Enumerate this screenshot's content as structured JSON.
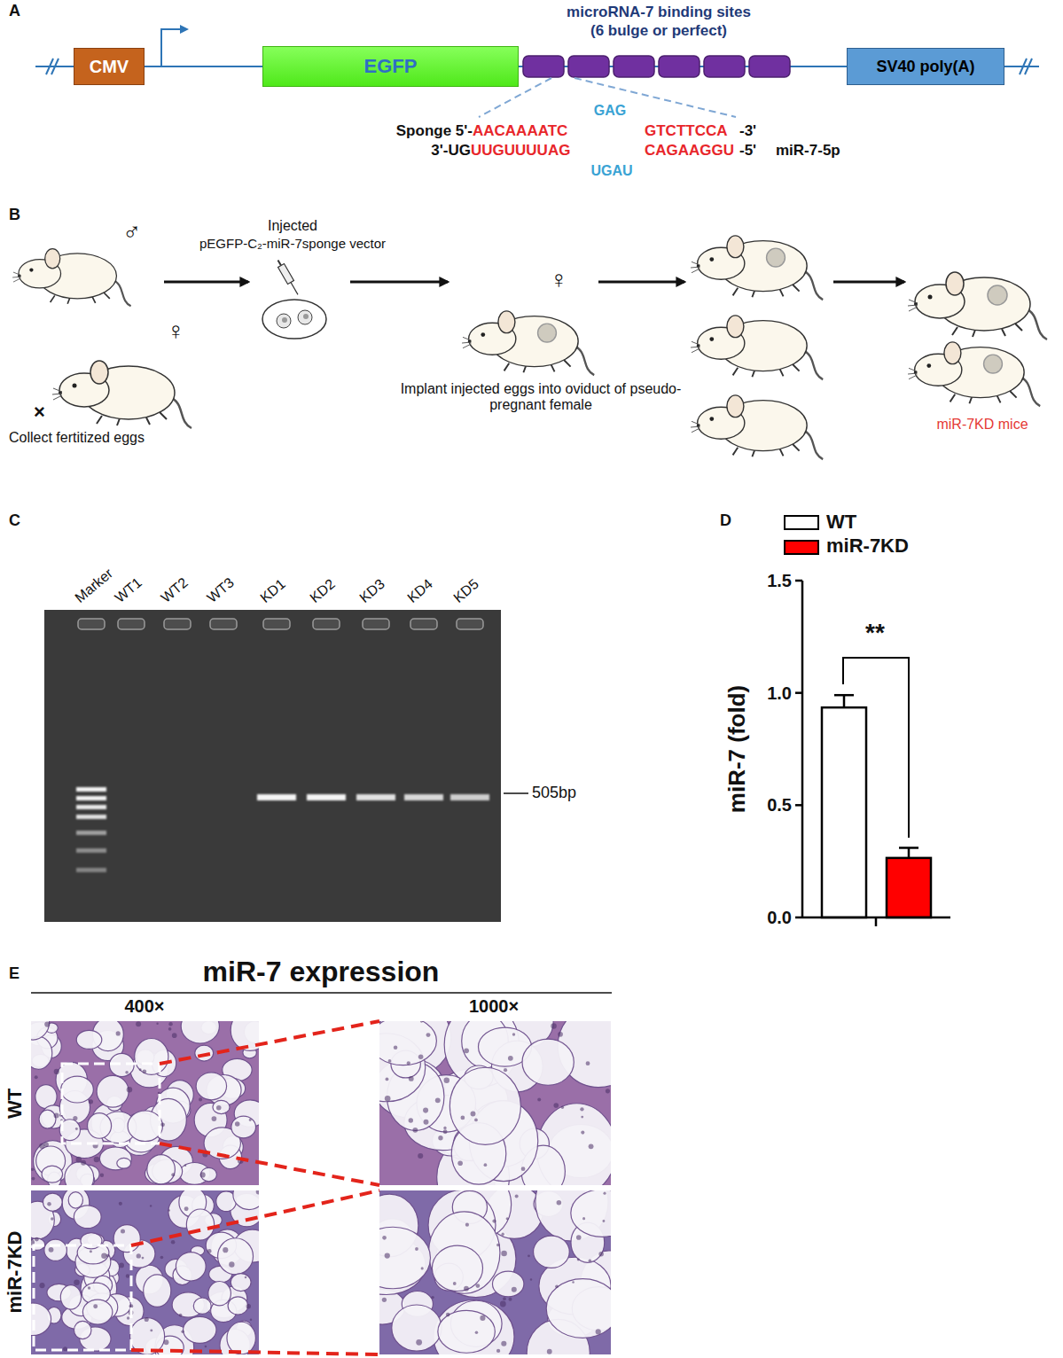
{
  "diagram": {
    "nodes": [
      {
        "text": [
          "CMV"
        ]
      },
      {
        "text": [
          "EGFP"
        ]
      },
      {
        "text": [
          "SV40 poly(A)"
        ]
      }
    ],
    "edges": [
      {
        "from": 0,
        "to": 1,
        "arrow": "none"
      },
      {
        "from": 1,
        "to": 2,
        "arrow": "none"
      }
    ],
    "labels": [
      "A",
      "microRNA-7 binding sites",
      "(6 bulge or perfect)",
      "GAG",
      "Sponge 5'-",
      "AACAAAATC",
      "GTCTTCCA",
      "-3'",
      "3'-UG",
      "UUGUUUUAG",
      "CAGAAGGU",
      "-5'",
      "miR-7-5p",
      "UGAU",
      "B",
      "♂",
      "Injected",
      "pEGFP-C₂-miR-7sponge vector",
      "♀",
      "♀",
      "Implant injected eggs into oviduct of pseudo-pregnant female",
      "×",
      "Collect fertitized eggs",
      "miR-7KD mice",
      "C",
      "Marker",
      "WT1",
      "WT2",
      "WT3",
      "KD1",
      "KD2",
      "KD3",
      "KD4",
      "KD5",
      "505bp",
      "D",
      "1.5",
      "1.0",
      "0.5",
      "0.0",
      "miR-7 (fold)",
      "**",
      "E",
      "miR-7 expression",
      "400×",
      "1000×",
      "WT",
      "miR-7KD"
    ],
    "legend": [
      {
        "text": "WT",
        "color": "#ffffff"
      },
      {
        "text": "miR-7KD",
        "color": "#ff0000"
      }
    ]
  }
}
